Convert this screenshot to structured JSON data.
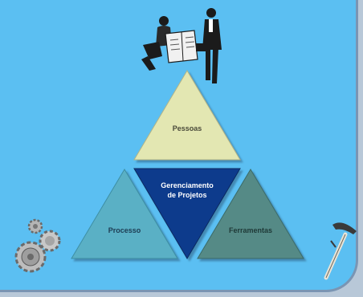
{
  "diagram": {
    "top": {
      "label": "Pessoas",
      "color": "#e3e7b2"
    },
    "center": {
      "label_line1": "Gerenciamento",
      "label_line2": "de Projetos",
      "color": "#0a3a8c"
    },
    "left": {
      "label": "Processo",
      "color": "#5ab0c5"
    },
    "right": {
      "label": "Ferramentas",
      "color": "#548a86"
    }
  },
  "icons": {
    "top": "businessmen-reading-newspaper-icon",
    "left": "gears-icon",
    "right": "pickaxe-hammer-icon"
  }
}
